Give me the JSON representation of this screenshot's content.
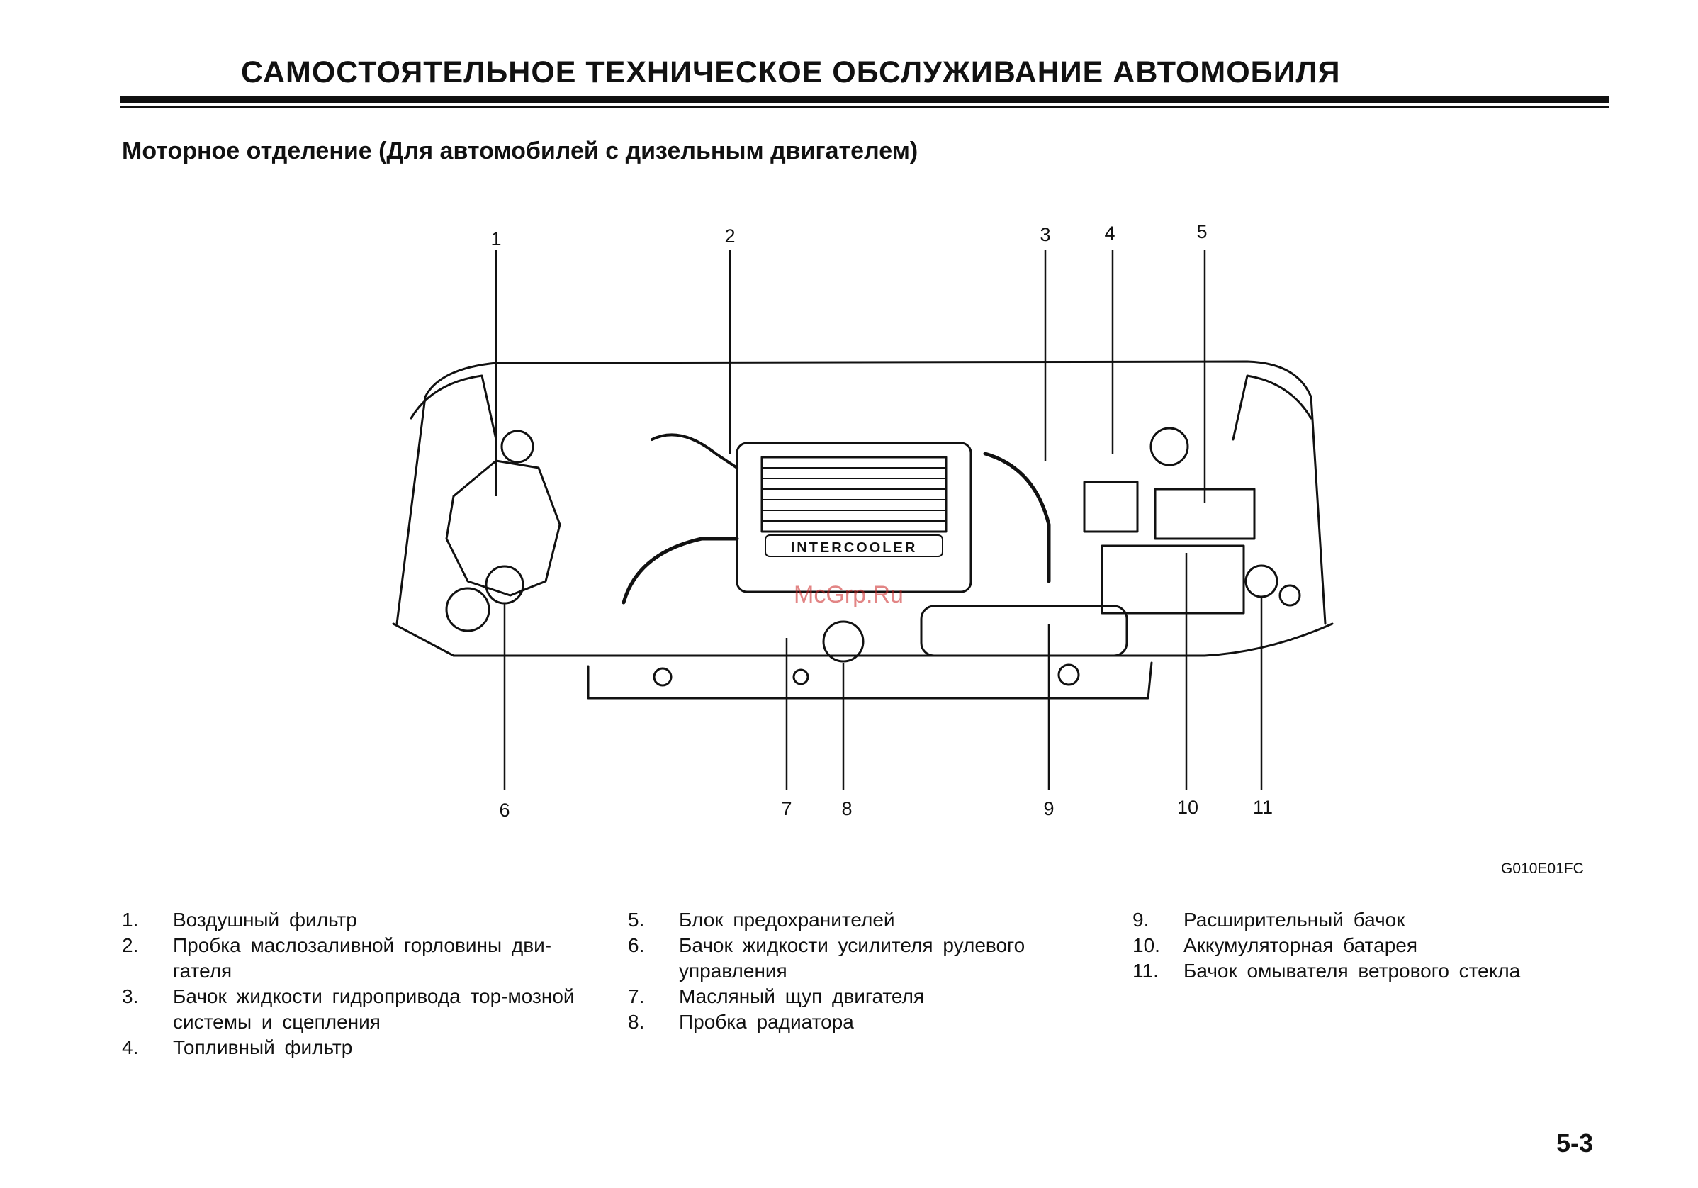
{
  "header": {
    "title": "САМОСТОЯТЕЛЬНОЕ ТЕХНИЧЕСКОЕ ОБСЛУЖИВАНИЕ АВТОМОБИЛЯ"
  },
  "section": {
    "title": "Моторное отделение (Для автомобилей с дизельным двигателем)"
  },
  "figure": {
    "engine_label": "INTERCOOLER",
    "watermark": "McGrp.Ru",
    "code": "G010E01FC",
    "callouts": [
      "1",
      "2",
      "3",
      "4",
      "5",
      "6",
      "7",
      "8",
      "9",
      "10",
      "11"
    ]
  },
  "legend": {
    "col1": [
      {
        "num": "1.",
        "text": "Воздушный фильтр"
      },
      {
        "num": "2.",
        "text": "Пробка маслозаливной горловины дви-гателя"
      },
      {
        "num": "3.",
        "text": "Бачок жидкости гидропривода тор-мозной системы и сцепления"
      },
      {
        "num": "4.",
        "text": "Топливный фильтр"
      }
    ],
    "col2": [
      {
        "num": "5.",
        "text": "Блок предохранителей"
      },
      {
        "num": "6.",
        "text": "Бачок жидкости усилителя рулевого управления"
      },
      {
        "num": "7.",
        "text": "Масляный щуп двигателя"
      },
      {
        "num": "8.",
        "text": "Пробка радиатора"
      }
    ],
    "col3": [
      {
        "num": "9.",
        "text": "Расширительный бачок"
      },
      {
        "num": "10.",
        "text": "Аккумуляторная батарея"
      },
      {
        "num": "11.",
        "text": "Бачок омывателя ветрового стекла"
      }
    ]
  },
  "page_number": "5-3"
}
